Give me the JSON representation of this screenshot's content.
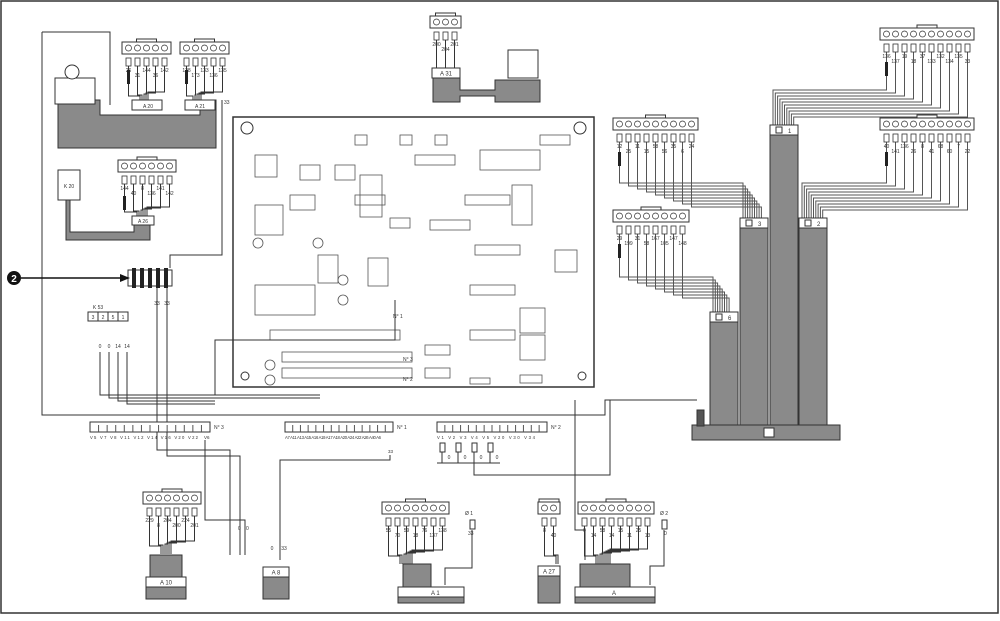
{
  "callout": {
    "number": "2"
  },
  "components": {
    "A20": {
      "label": "A 20",
      "wires": [
        "26",
        "31",
        "144",
        "36",
        "142"
      ]
    },
    "A21": {
      "label": "A 21",
      "wires": [
        "128",
        "173",
        "133",
        "136",
        "135"
      ],
      "extra": "33"
    },
    "K20": {
      "label": "K 20"
    },
    "A26": {
      "label": "A 26",
      "wires": [
        "144",
        "40",
        "8",
        "136",
        "141",
        "142"
      ]
    },
    "A31": {
      "label": "A 31",
      "wires": [
        "200",
        "204",
        "201"
      ]
    },
    "H1": {
      "label": "1",
      "wires": [
        "136",
        "137",
        "19",
        "18",
        "37",
        "133",
        "132",
        "134",
        "135",
        "33"
      ]
    },
    "H3": {
      "label": "3",
      "wires": [
        "12",
        "25",
        "11",
        "15",
        "58",
        "56",
        "35",
        "6",
        "24"
      ]
    },
    "H2": {
      "label": "2",
      "wires": [
        "40",
        "141",
        "136",
        "26",
        "8",
        "41",
        "68",
        "60",
        "7",
        "22"
      ]
    },
    "H6": {
      "label": "6",
      "wires": [
        "29",
        "199",
        "31",
        "58",
        "167",
        "105",
        "147",
        "148"
      ]
    },
    "K53": {
      "label": "K 53",
      "pins": [
        "3",
        "2",
        "5",
        "1"
      ],
      "wires": [
        "0",
        "0",
        "14",
        "14"
      ]
    },
    "splice": {
      "wires": [
        "33",
        "33"
      ]
    },
    "N3": {
      "label": "N° 3",
      "pin_labels": "V5 V7 V8 V11 V12 V14 V16 V20 V22",
      "end": "V6"
    },
    "N1": {
      "label": "N° 1",
      "pin_labels": "A7 A11 A13 A15 A16 A19 A17 A18 A20 A24 A22 A26 A40 A6",
      "end": "33"
    },
    "N2": {
      "label": "N° 2",
      "pin_labels": "V1 V2 V3 V4 V5 V20 V30 V34",
      "wires": [
        "0",
        "0",
        "0",
        "0"
      ]
    },
    "A10": {
      "label": "A 10",
      "wires": [
        "229",
        "8",
        "204",
        "200",
        "224",
        "201"
      ],
      "harness": [
        "0",
        "0"
      ]
    },
    "A8": {
      "label": "A 8",
      "wires": [
        "0",
        "33"
      ]
    },
    "A1": {
      "label": "A 1",
      "wires": [
        "55",
        "70",
        "59",
        "18",
        "76",
        "137",
        "138"
      ],
      "ground": "Ø 1",
      "ground_wire": "33"
    },
    "A27": {
      "label": "A 27",
      "wires": [
        "8",
        "40"
      ]
    },
    "A": {
      "label": "A",
      "wires": [
        "0",
        "14",
        "58",
        "14",
        "15",
        "11",
        "25",
        "13"
      ],
      "ground": "Ø 2",
      "ground_wire": "0"
    },
    "pcb": {
      "connectors": [
        "N° 1",
        "N° 2",
        "N° 3"
      ]
    }
  },
  "colors": {
    "harness": "#8a8a8a",
    "line": "#333333",
    "board": "#ffffff"
  }
}
